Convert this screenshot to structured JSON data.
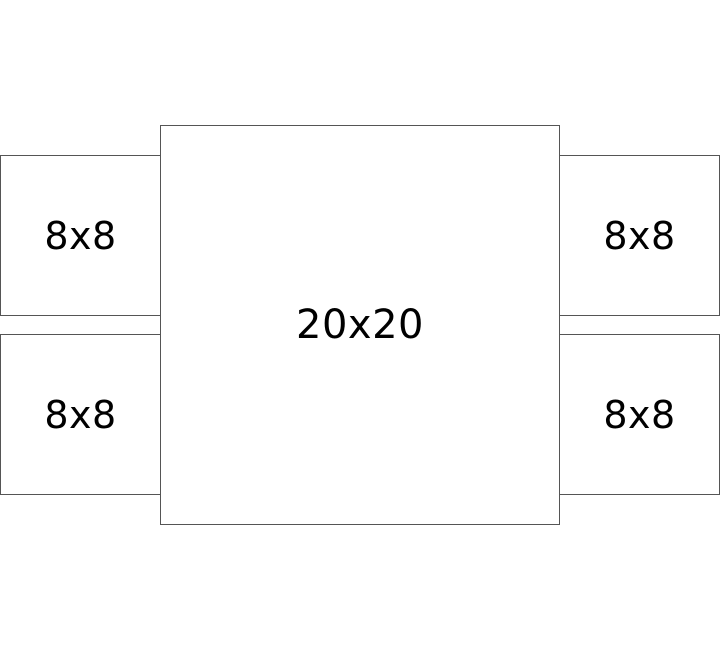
{
  "layout": {
    "left_top": {
      "label": "8x8"
    },
    "left_bottom": {
      "label": "8x8"
    },
    "center": {
      "label": "20x20"
    },
    "right_top": {
      "label": "8x8"
    },
    "right_bottom": {
      "label": "8x8"
    }
  },
  "colors": {
    "border": "#555555",
    "background": "#ffffff",
    "text": "#000000"
  }
}
